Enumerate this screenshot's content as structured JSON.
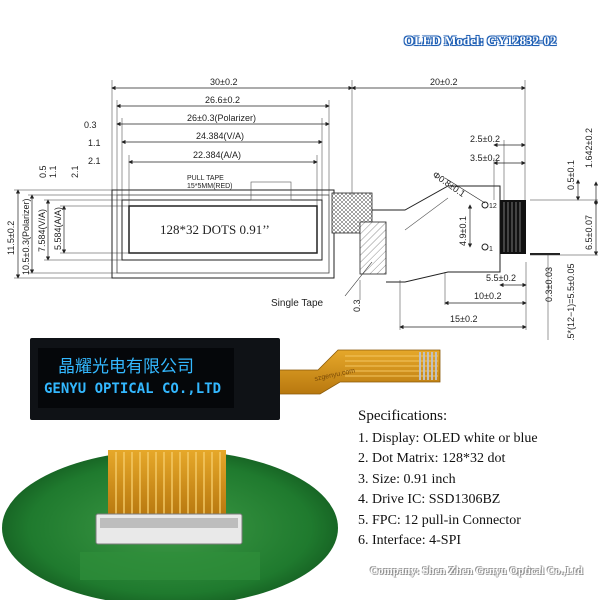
{
  "title": "OLED Model: GY12832-02",
  "dimensions": {
    "d30": "30±0.2",
    "d26_6": "26.6±0.2",
    "d26_pol": "26±0.3(Polarizer)",
    "d24_va": "24.384(V/A)",
    "d22_aa": "22.384(A/A)",
    "d20": "20±0.2",
    "d2_5": "2.5±0.2",
    "d3_5": "3.5±0.2",
    "phi": "Φ0.8±0.1",
    "d0_5r": "0.5±0.1",
    "d1_642": "1.642±0.2",
    "d4_9": "4.9±0.1",
    "d6_5": "6.5±0.07",
    "d5_5": "5.5±0.2",
    "d10": "10±0.2",
    "d15": "15±0.2",
    "d0_3_003": "0.3±0.03",
    "pitch": "P0.5*(12−1)=5.5±0.05",
    "d0_3_b": "0.3",
    "l0_3": "0.3",
    "l1_1": "1.1",
    "l2_1": "2.1",
    "v0_5": "0.5",
    "v1_1": "1.1",
    "v2_1": "2.1",
    "v11_5": "11.5±0.2",
    "v10_5": "10.5±0.3(Polarizer)",
    "v7_584": "7.584(V/A)",
    "v5_584": "5.584(A/A)",
    "pin12": "12",
    "pin1": "1"
  },
  "pull_tape_1": "PULL TAPE",
  "pull_tape_2": "15*5MM(RED)",
  "screen_label": "128*32 DOTS 0.91’’",
  "single_tape": "Single Tape",
  "display_line1": "晶耀光电有限公司",
  "display_line2": "GENYU OPTICAL CO.,LTD",
  "fpc_print": "szgenyu.com",
  "specs": {
    "heading": "Specifications:",
    "items": [
      "1. Display:   OLED white or blue",
      "2. Dot Matrix:  128*32 dot",
      "3. Size:     0.91 inch",
      "4. Drive IC:    SSD1306BZ",
      "5. FPC:   12 pull-in Connector",
      "6. Interface:  4-SPI"
    ]
  },
  "company": "Company: Shen Zhen Genyu Optical Co.,Ltd",
  "colors": {
    "title_outline": "#1f5fb4",
    "oled_blue": "#33b8ff",
    "fpc_orange": "#d8951c",
    "pcb_green": "#1f7a2e"
  }
}
